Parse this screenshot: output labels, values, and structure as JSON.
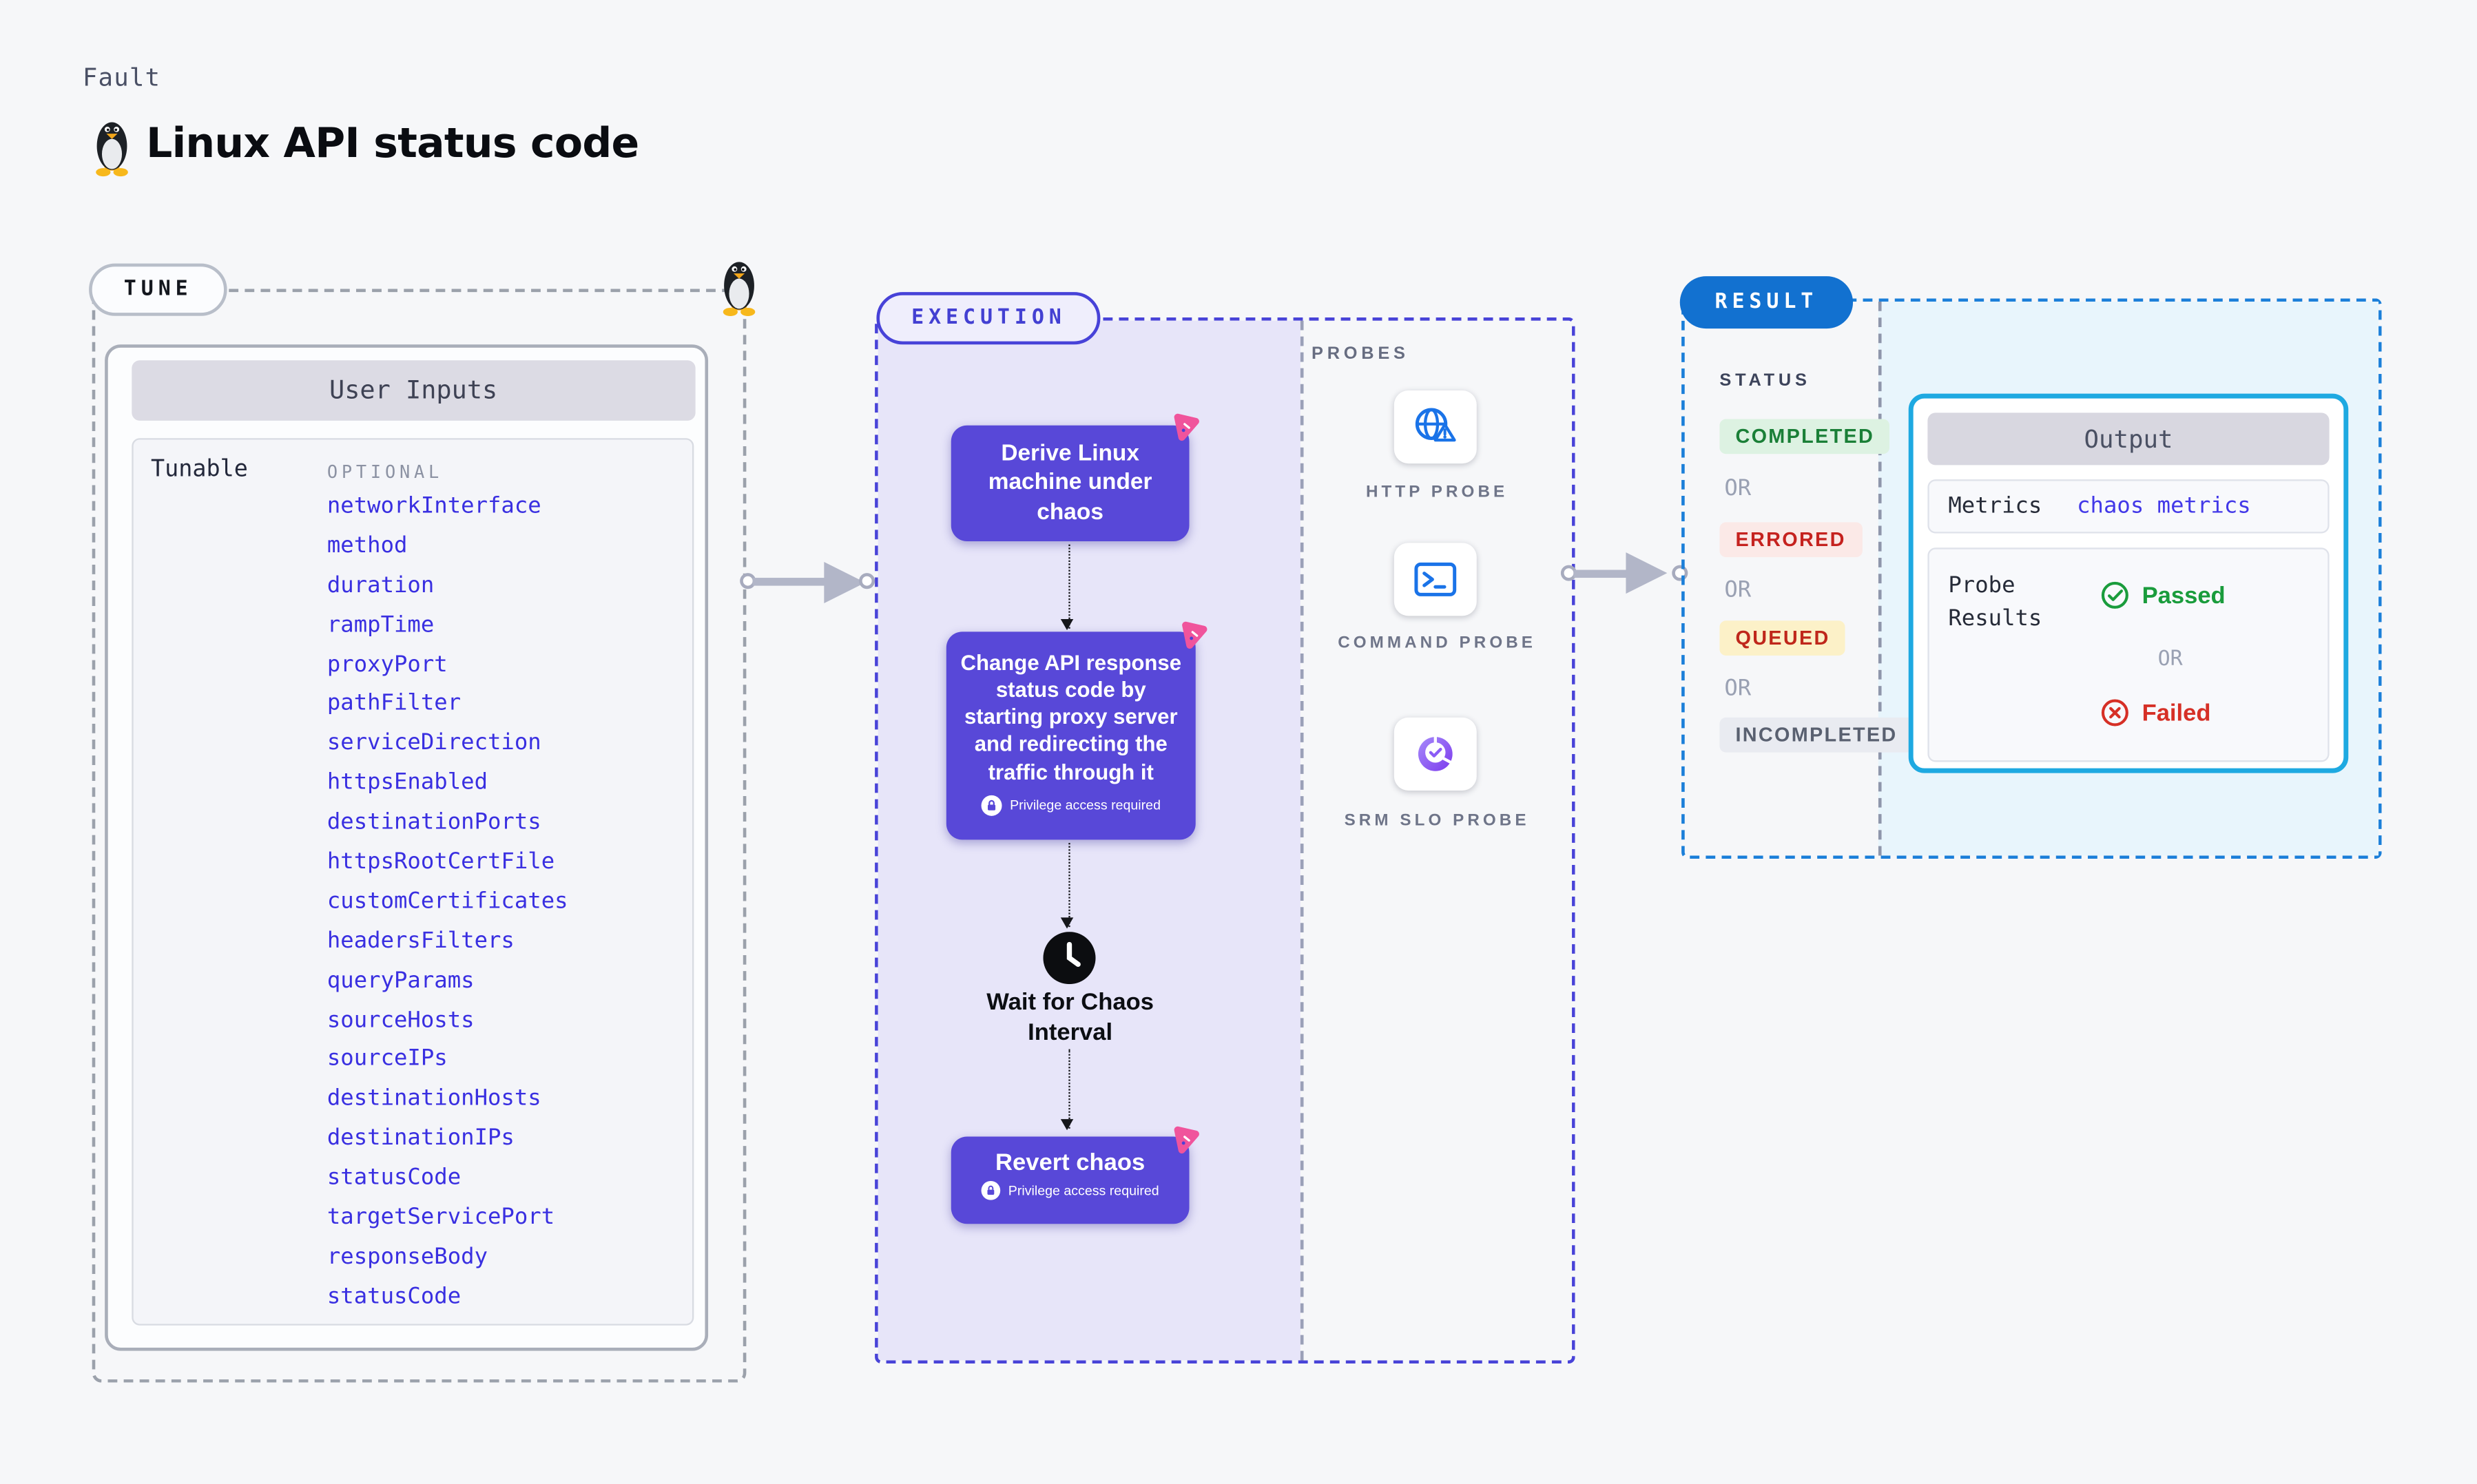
{
  "page": {
    "fault_label": "Fault",
    "title": "Linux API status code"
  },
  "tune": {
    "pill_label": "TUNE",
    "user_inputs_title": "User Inputs",
    "tunable_label": "Tunable",
    "optional_label": "OPTIONAL",
    "params": [
      "networkInterface",
      "method",
      "duration",
      "rampTime",
      "proxyPort",
      "pathFilter",
      "serviceDirection",
      "httpsEnabled",
      "destinationPorts",
      "httpsRootCertFile",
      "customCertificates",
      "headersFilters",
      "queryParams",
      "sourceHosts",
      "sourceIPs",
      "destinationHosts",
      "destinationIPs",
      "statusCode",
      "targetServicePort",
      "responseBody",
      "statusCode"
    ]
  },
  "execution": {
    "pill_label": "EXECUTION",
    "privilege_label": "Privilege access required",
    "steps": {
      "derive": "Derive Linux machine under chaos",
      "change": "Change API response status code by starting proxy server and redirecting the traffic through it",
      "wait": "Wait for Chaos Interval",
      "revert": "Revert chaos"
    }
  },
  "probes": {
    "section_label": "PROBES",
    "items": [
      "HTTP PROBE",
      "COMMAND PROBE",
      "SRM SLO PROBE"
    ]
  },
  "result": {
    "pill_label": "RESULT",
    "status_label": "STATUS",
    "or_label": "OR",
    "statuses": [
      "COMPLETED",
      "ERRORED",
      "QUEUED",
      "INCOMPLETED"
    ],
    "output": {
      "title": "Output",
      "metrics_label": "Metrics",
      "metrics_value": "chaos metrics",
      "probe_results_label": "Probe Results",
      "passed_label": "Passed",
      "failed_label": "Failed"
    }
  },
  "colors": {
    "accent_purple": "#5848d8",
    "accent_indigo_dash": "#4843d8",
    "lavender_bg": "#e7e5f9",
    "link_blue": "#392fe1",
    "result_blue": "#1271d0",
    "result_dash": "#1b7fd9",
    "cyan_border": "#1ea9e1",
    "cyan_bg": "#e8f5fc",
    "litmus_pink": "#f0549c",
    "passed_green": "#1a9c3c",
    "failed_red": "#d63026",
    "queued_yellow_bg": "#fcf1c8",
    "completed_green_bg": "#ddf2e2",
    "errored_red_bg": "#fbe9e7"
  }
}
